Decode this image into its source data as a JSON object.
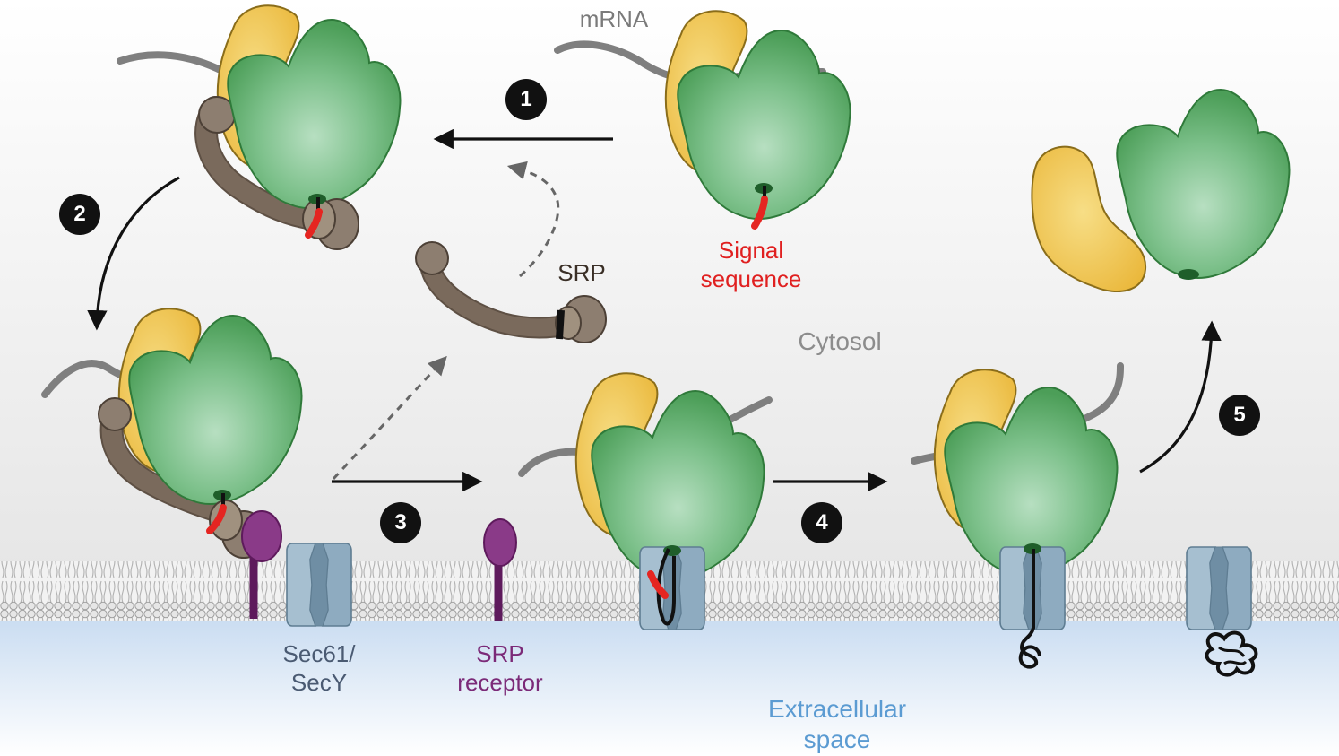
{
  "labels": {
    "mrna": "mRNA",
    "signal_sequence": [
      "Signal",
      "sequence"
    ],
    "srp": "SRP",
    "cytosol": "Cytosol",
    "sec61": [
      "Sec61/",
      "SecY"
    ],
    "srp_receptor": [
      "SRP",
      "receptor"
    ],
    "extracellular": [
      "Extracellular",
      "space"
    ]
  },
  "steps": [
    "1",
    "2",
    "3",
    "4",
    "5"
  ],
  "colors": {
    "large_subunit": "#4fa05a",
    "small_subunit": "#f3cc4f",
    "srp": "#7a6a5c",
    "signal": "#e52521",
    "srp_receptor": "#7b2a78",
    "translocon": "#98b2c4",
    "mrna": "#7f7f7f",
    "extracellular": "#cfe0f2",
    "label_red": "#e02020",
    "label_grey": "#8c8c8c",
    "label_purple": "#7b2a78",
    "label_blue": "#5b9bd2",
    "label_slate": "#4a5a72"
  }
}
